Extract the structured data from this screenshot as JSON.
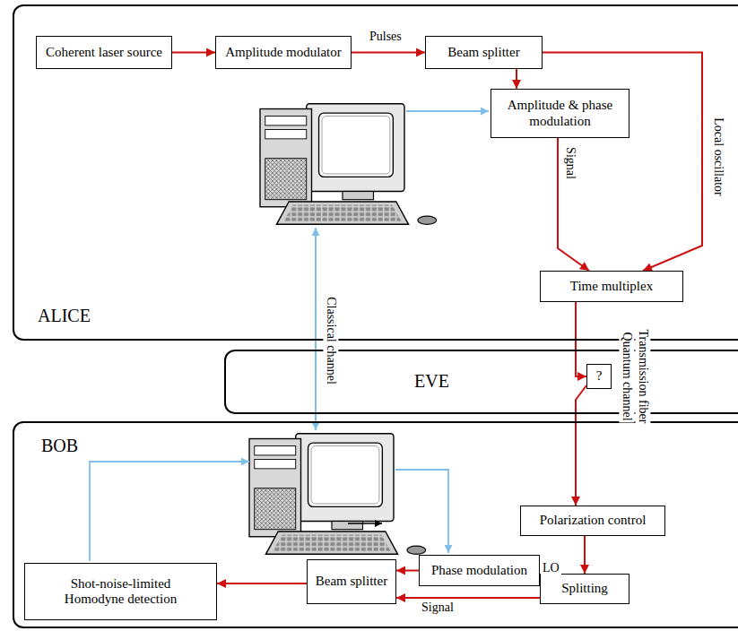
{
  "diagram": {
    "nodes": [
      {
        "text": [
          "ALICE"
        ]
      },
      {
        "text": [
          "Coherent laser source"
        ],
        "in": 0
      },
      {
        "text": [
          "Amplitude modulator"
        ],
        "in": 0
      },
      {
        "text": [
          "Beam splitter"
        ],
        "in": 0
      },
      {
        "text": [
          "Amplitude & phase modulation"
        ],
        "in": 0
      },
      {
        "text": [
          "Time multiplex"
        ],
        "in": 0
      },
      {
        "text": [
          "EVE"
        ]
      },
      {
        "text": [
          "?"
        ],
        "in": 6
      },
      {
        "text": [
          "BOB"
        ]
      },
      {
        "text": [
          "Polarization control"
        ],
        "in": 8
      },
      {
        "text": [
          "Splitting"
        ],
        "in": 8
      },
      {
        "text": [
          "Phase modulation"
        ],
        "in": 8
      },
      {
        "text": [
          "Beam splitter"
        ],
        "in": 8
      },
      {
        "text": [
          "Shot-noise-limited Homodyne detection"
        ],
        "in": 8
      }
    ],
    "edges": [
      {
        "from": 1,
        "to": 2,
        "arrow": "to"
      },
      {
        "from": 2,
        "to": 3,
        "arrow": "to",
        "label": "Pulses"
      },
      {
        "from": 3,
        "to": 4,
        "arrow": "to"
      },
      {
        "from": 3,
        "to": 5,
        "arrow": "to",
        "label": "Local oscillator"
      },
      {
        "from": 4,
        "to": 5,
        "arrow": "to",
        "label": "Signal"
      },
      {
        "from": 5,
        "to": 7,
        "arrow": "to"
      },
      {
        "from": 7,
        "to": 9,
        "arrow": "to"
      },
      {
        "from": 9,
        "to": 10,
        "arrow": "to"
      },
      {
        "from": 10,
        "to": 11,
        "arrow": "to",
        "label": "LO"
      },
      {
        "from": 10,
        "to": 12,
        "arrow": "to",
        "label": "Signal"
      },
      {
        "from": 11,
        "to": 12,
        "arrow": "to"
      },
      {
        "from": 12,
        "to": 13,
        "arrow": "to"
      }
    ],
    "labels": [
      "Quantum channel",
      "Transmission fiber",
      "Classical channel"
    ]
  }
}
